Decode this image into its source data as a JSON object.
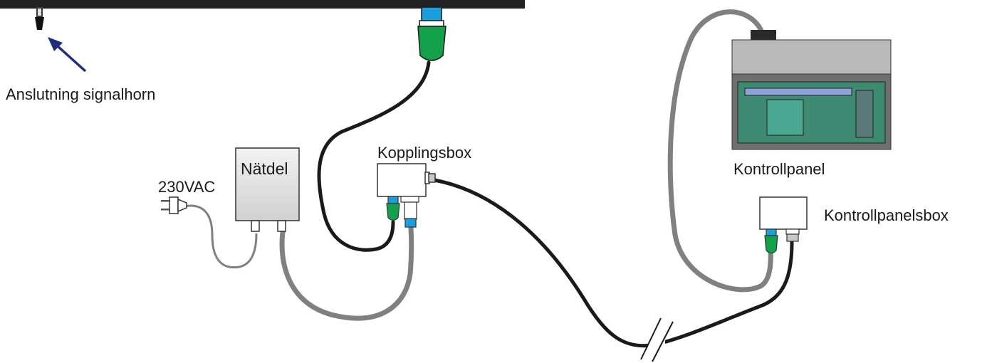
{
  "labels": {
    "horn": "Anslutning signalhorn",
    "power_supply": "Nätdel",
    "mains": "230VAC",
    "junction_box": "Kopplingsbox",
    "control_panel": "Kontrollpanel",
    "control_panel_box": "Kontrollpanelsbox"
  },
  "colors": {
    "housing": "#222222",
    "arrow": "#1f2e7a",
    "connector_blue": "#1a9fdc",
    "connector_green": "#13a04a",
    "cable_black": "#1a1a1a",
    "cable_gray": "#808080",
    "panel_gray": "#b9b9b9",
    "panel_body": "#6f6f6f",
    "panel_screen": "#3e8a73",
    "panel_bar": "#8ca3d9",
    "panel_window": "#4aa892",
    "panel_side": "#5a7a7a"
  }
}
